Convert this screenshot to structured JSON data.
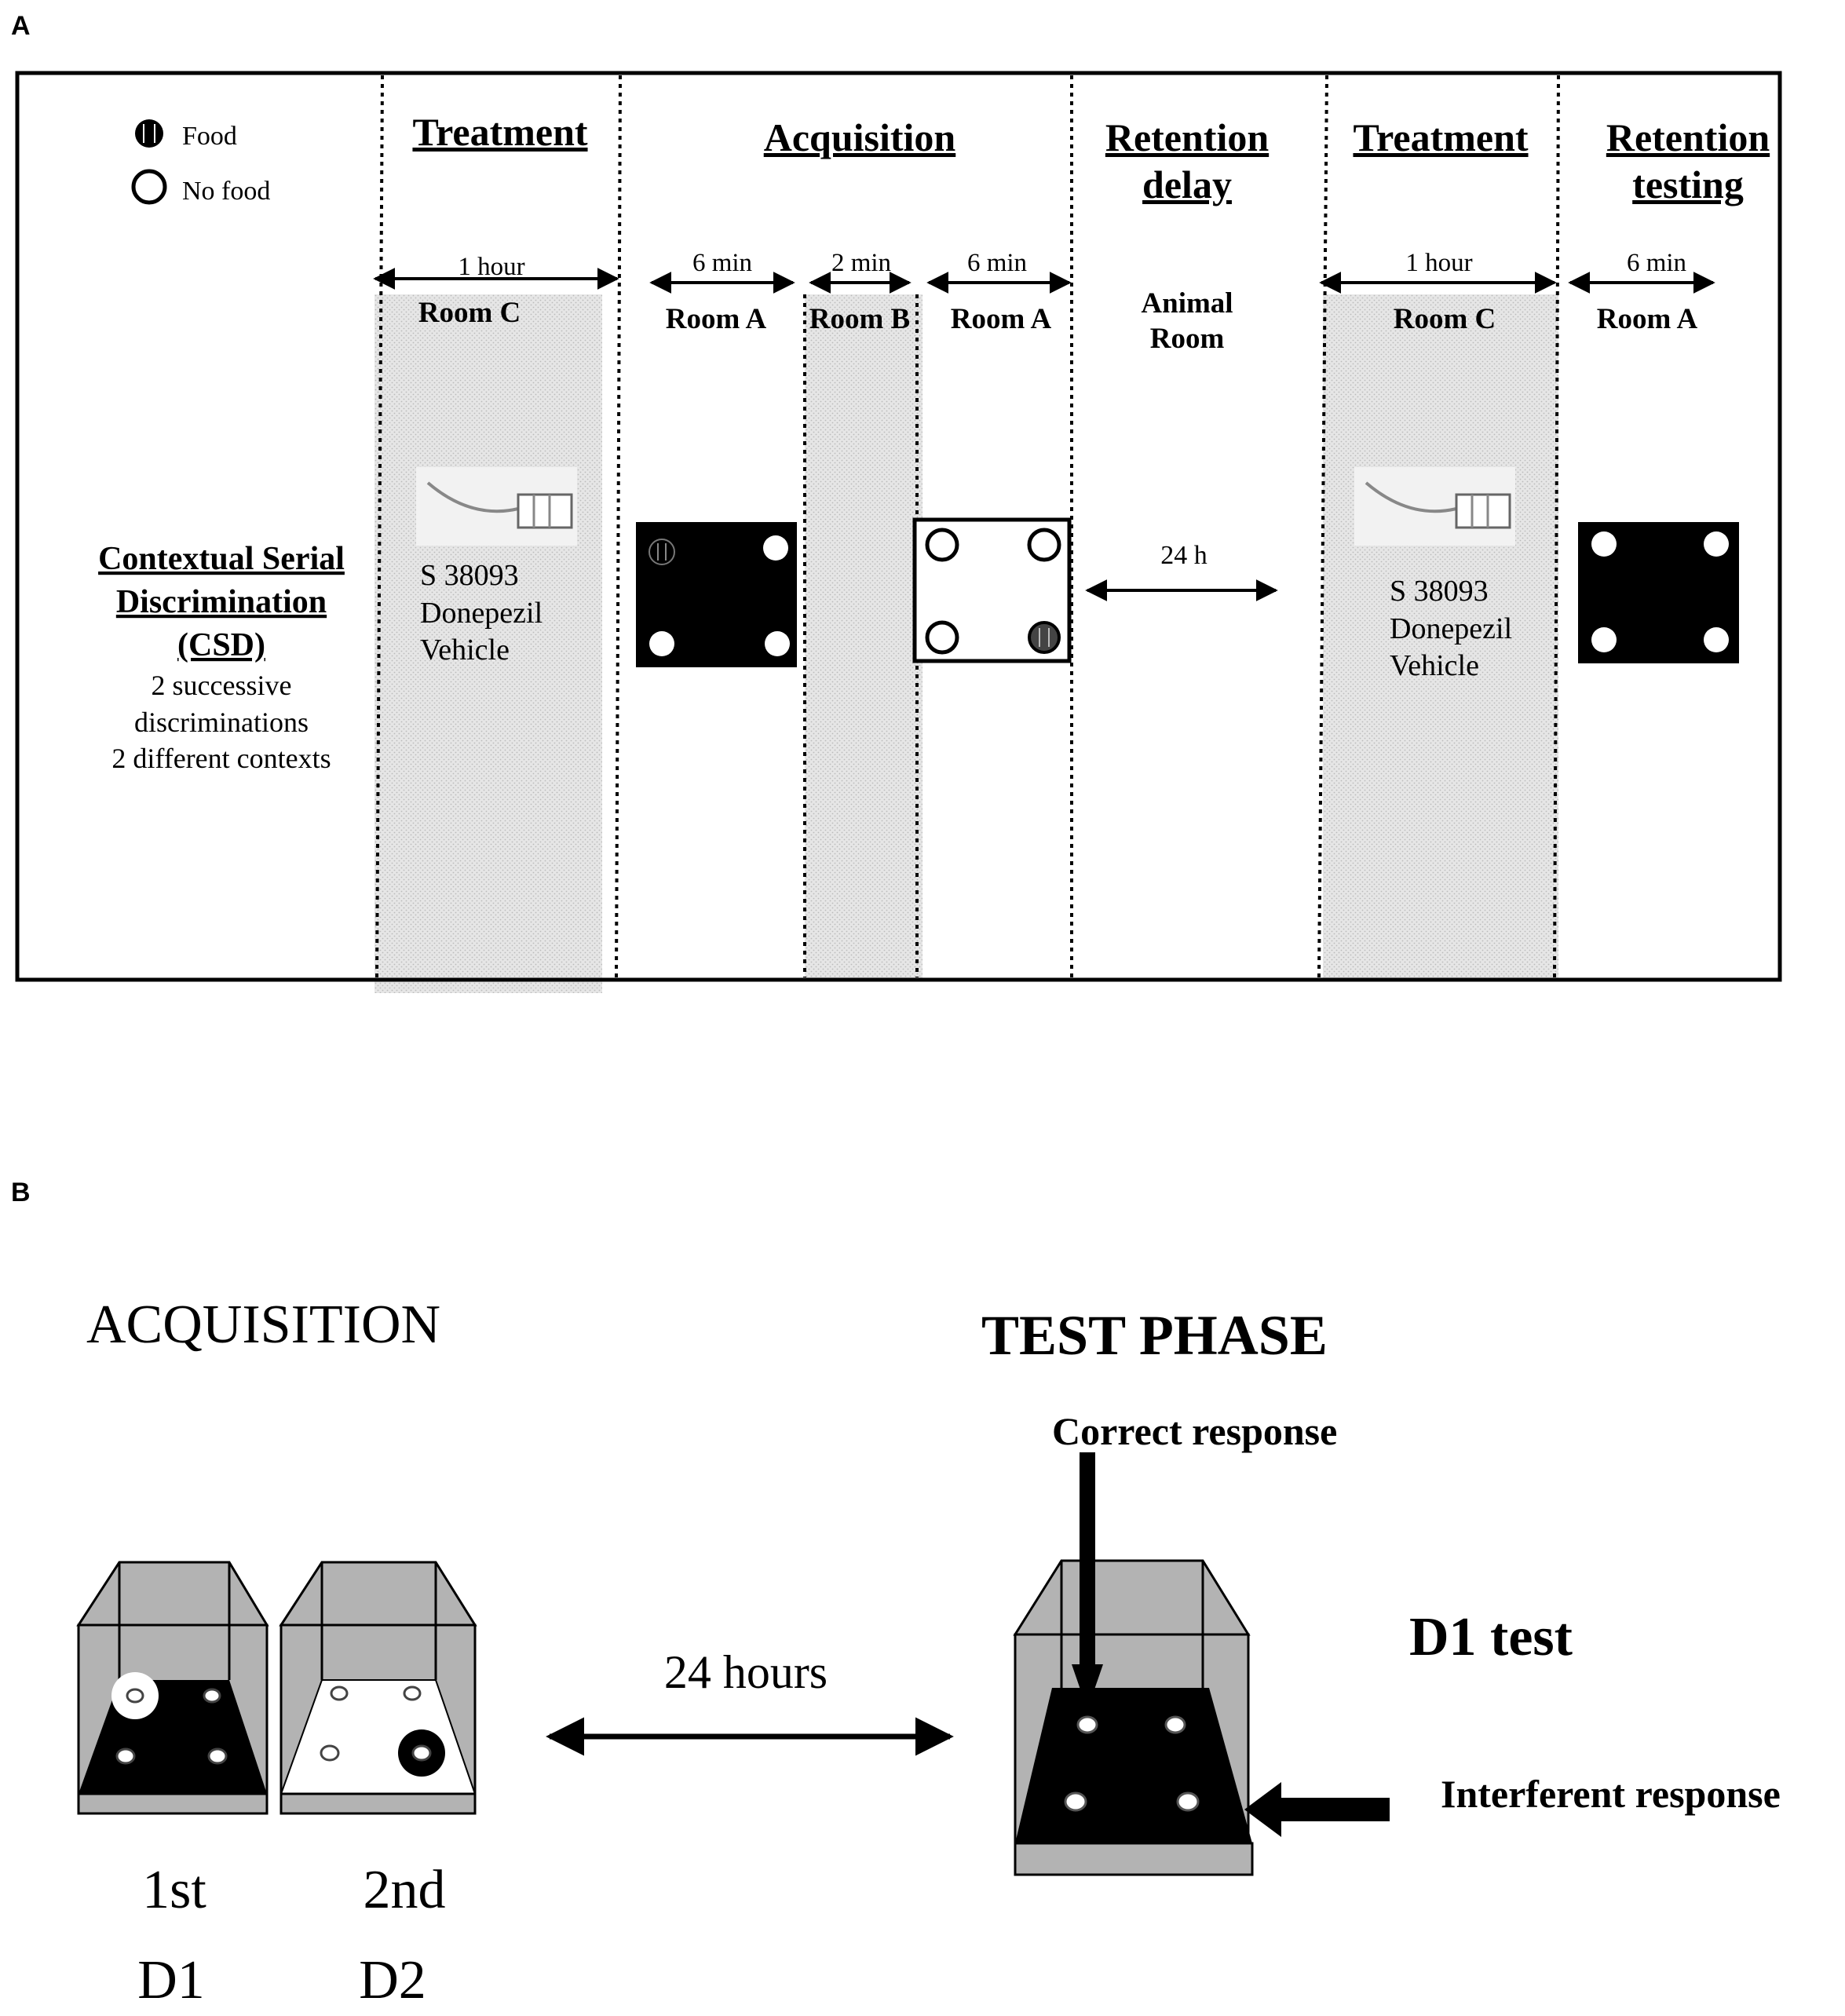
{
  "panel_a": {
    "label": "A",
    "legend": {
      "food": "Food",
      "no_food": "No food"
    },
    "headers": {
      "treatment_1": "Treatment",
      "acquisition": "Acquisition",
      "retention_delay_line1": "Retention",
      "retention_delay_line2": "delay",
      "treatment_2": "Treatment",
      "retention_testing_line1": "Retention",
      "retention_testing_line2": "testing"
    },
    "durations": {
      "t1": "1 hour",
      "acq_a1": "6 min",
      "acq_b": "2 min",
      "acq_a2": "6 min",
      "t2": "1 hour",
      "test": "6 min"
    },
    "rooms": {
      "t1": "Room C",
      "acq_a1": "Room A",
      "acq_b": "Room B",
      "acq_a2": "Room A",
      "animal_line1": "Animal",
      "animal_line2": "Room",
      "t2": "Room C",
      "test": "Room A"
    },
    "task_title_line1": "Contextual Serial",
    "task_title_line2": "Discrimination",
    "task_title_line3": "(CSD)",
    "task_desc_line1": "2 successive",
    "task_desc_line2": "discriminations",
    "task_desc_line3": "2 different contexts",
    "drugs_1": [
      "S 38093",
      "Donepezil",
      "Vehicle"
    ],
    "drugs_2": [
      "S 38093",
      "Donepezil",
      "Vehicle"
    ],
    "delay": "24 h"
  },
  "panel_b": {
    "label": "B",
    "acquisition_title": "ACQUISITION",
    "test_title": "TEST PHASE",
    "delay": "24 hours",
    "box1_order": "1st",
    "box1_name": "D1",
    "box2_order": "2nd",
    "box2_name": "D2",
    "test_name": "D1 test",
    "correct": "Correct response",
    "interferent": "Interferent response"
  },
  "colors": {
    "shade": "#dcdcdc",
    "box_wall": "#b3b3b3",
    "black": "#000000",
    "white": "#ffffff"
  }
}
